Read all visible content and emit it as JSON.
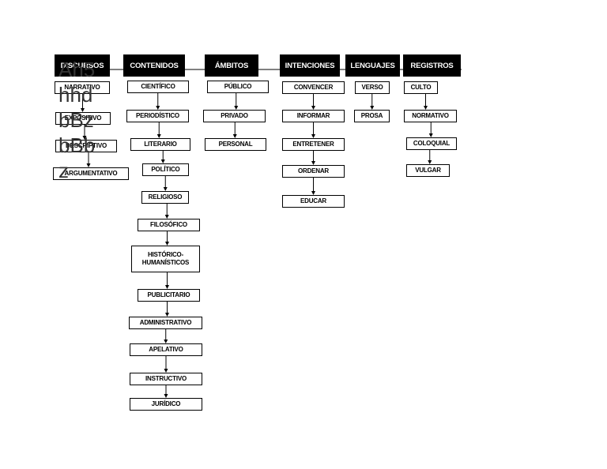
{
  "headers": {
    "discursos": "DISCURSOS",
    "contenidos": "CONTENIDOS",
    "ambitos": "ÁMBITOS",
    "intenciones": "INTENCIONES",
    "lenguajes": "LENGUAJES",
    "registros": "REGISTROS"
  },
  "discursos": [
    "NARRATIVO",
    "EXPOSITIVO",
    "DESCRIPTIVO",
    "ARGUMENTATIVO"
  ],
  "contenidos": [
    "CIENTÍFICO",
    "PERIODÍSTICO",
    "LITERARIO",
    "POLÍTICO",
    "RELIGIOSO",
    "FILOSÓFICO",
    "HISTÓRICO-HUMANÍSTICOS",
    "PUBLICITARIO",
    "ADMINISTRATIVO",
    "APELATIVO",
    "INSTRUCTIVO",
    "JURÍDICO"
  ],
  "ambitos": [
    "PÚBLICO",
    "PRIVADO",
    "PERSONAL"
  ],
  "intenciones": [
    "CONVENCER",
    "INFORMAR",
    "ENTRETENER",
    "ORDENAR",
    "EDUCAR"
  ],
  "lenguajes": [
    "VERSO",
    "PROSA"
  ],
  "registros": [
    "CULTO",
    "NORMATIVO",
    "COLOQUIAL",
    "VULGAR"
  ],
  "overlay_text": [
    "Ah5",
    "hhd",
    "bBz",
    "bBb",
    "z"
  ],
  "colors": {
    "header_bg": "#000000",
    "header_text": "#ffffff",
    "line": "#000000"
  }
}
